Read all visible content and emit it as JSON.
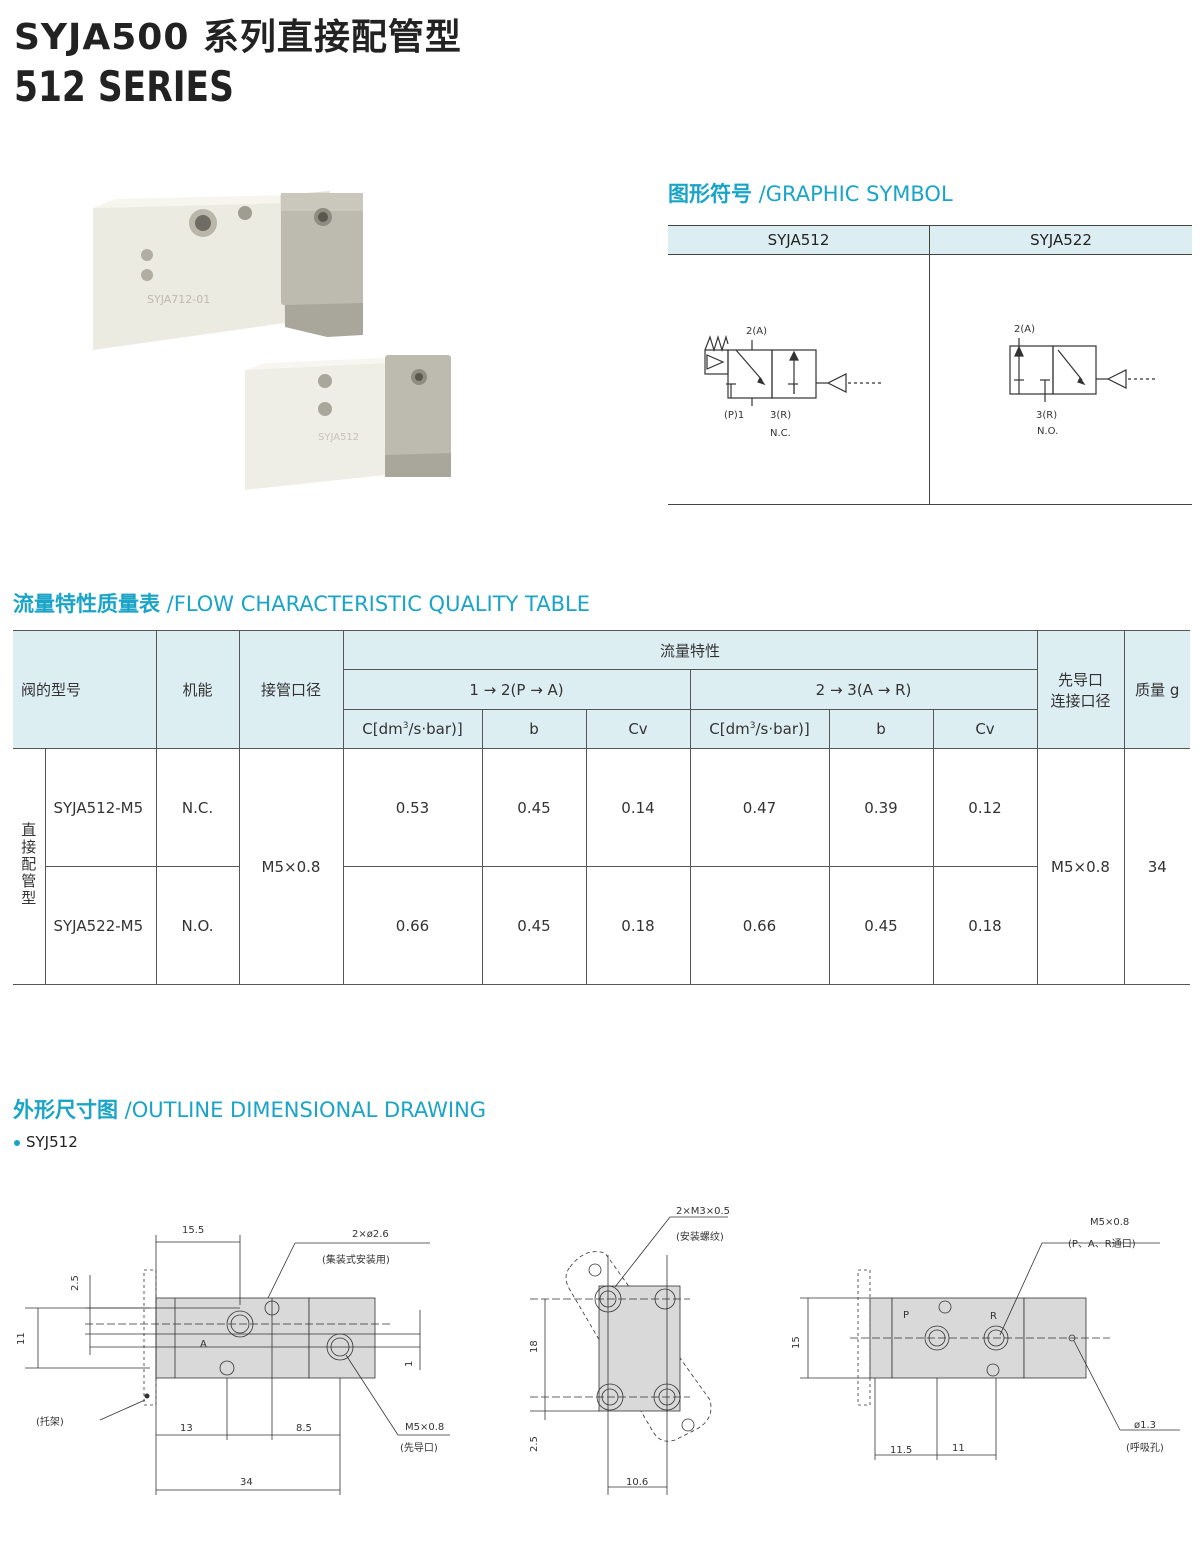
{
  "title_cn": "SYJA500 系列直接配管型",
  "title_en": "512 SERIES",
  "product_photo": {
    "label1": "SYJA712-01",
    "label2": "SYJA512"
  },
  "graphic_symbol": {
    "heading_cn": "图形符号",
    "heading_en": " /GRAPHIC SYMBOL",
    "col1": "SYJA512",
    "col2": "SYJA522",
    "sym1": {
      "port2": "2(A)",
      "port1": "(P)1",
      "port3": "3(R)",
      "type": "N.C."
    },
    "sym2": {
      "port2": "2(A)",
      "port3": "3(R)",
      "type": "N.O."
    }
  },
  "flow_table": {
    "heading_cn": "流量特性质量表",
    "heading_en": " /FLOW CHARACTERISTIC QUALITY TABLE",
    "headers": {
      "model": "阀的型号",
      "function": "机能",
      "port": "接管口径",
      "flow": "流量特性",
      "dir1": "1 → 2(P → A)",
      "dir2": "2 → 3(A → R)",
      "c": "C[dm",
      "c_sup": "3",
      "c_end": "/s·bar)]",
      "b": "b",
      "cv": "Cv",
      "pilot_line1": "先导口",
      "pilot_line2": "连接口径",
      "mass": "质量 g"
    },
    "group_label": "直接配管型",
    "port_value": "M5×0.8",
    "pilot_value": "M5×0.8",
    "mass_value": "34",
    "rows": [
      {
        "model": "SYJA512-M5",
        "function": "N.C.",
        "c1": "0.53",
        "b1": "0.45",
        "cv1": "0.14",
        "c2": "0.47",
        "b2": "0.39",
        "cv2": "0.12"
      },
      {
        "model": "SYJA522-M5",
        "function": "N.O.",
        "c1": "0.66",
        "b1": "0.45",
        "cv1": "0.18",
        "c2": "0.66",
        "b2": "0.45",
        "cv2": "0.18"
      }
    ]
  },
  "outline": {
    "heading_cn": "外形尺寸图",
    "heading_en": " /OUTLINE DIMENSIONAL DRAWING",
    "model": "SYJ512",
    "d1": {
      "w155": "15.5",
      "holes": "2×ø2.6",
      "holes_note": "(集装式安装用)",
      "h25": "2.5",
      "h11": "11",
      "a": "A",
      "bracket": "(托架)",
      "w13": "13",
      "w85": "8.5",
      "pilot": "M5×0.8",
      "pilot_note": "(先导口)",
      "h1": "1",
      "w34": "34"
    },
    "d2": {
      "screw": "2×M3×0.5",
      "screw_note": "(安装螺纹)",
      "h18": "18",
      "h25": "2.5",
      "w106": "10.6"
    },
    "d3": {
      "port": "M5×0.8",
      "port_note": "(P、A、R通口)",
      "h15": "15",
      "p": "P",
      "r": "R",
      "w115": "11.5",
      "w11": "11",
      "vent": "ø1.3",
      "vent_note": "(呼吸孔)"
    }
  }
}
